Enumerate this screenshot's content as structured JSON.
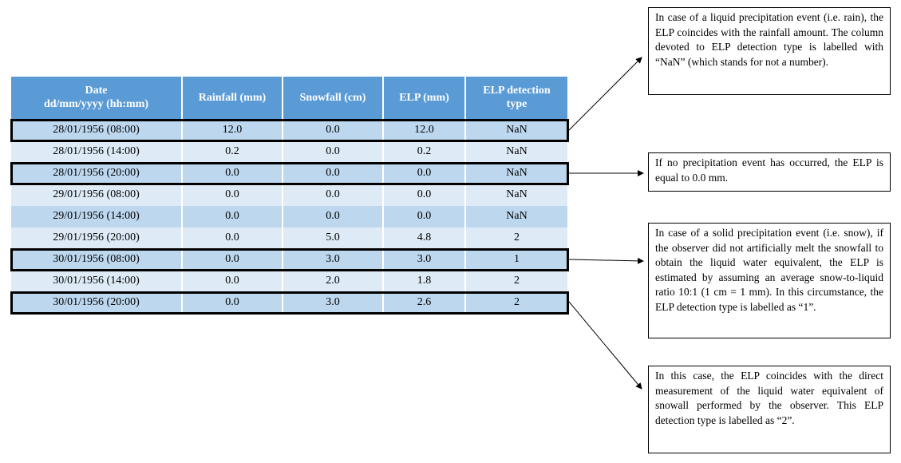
{
  "table": {
    "headers": [
      [
        "Date",
        "dd/mm/yyyy  (hh:mm)"
      ],
      [
        "Rainfall (mm)"
      ],
      [
        "Snowfall (cm)"
      ],
      [
        "ELP (mm)"
      ],
      [
        "ELP detection",
        "type"
      ]
    ],
    "rows": [
      [
        "28/01/1956  (08:00)",
        "12.0",
        "0.0",
        "12.0",
        "NaN"
      ],
      [
        "28/01/1956  (14:00)",
        "0.2",
        "0.0",
        "0.2",
        "NaN"
      ],
      [
        "28/01/1956  (20:00)",
        "0.0",
        "0.0",
        "0.0",
        "NaN"
      ],
      [
        "29/01/1956  (08:00)",
        "0.0",
        "0.0",
        "0.0",
        "NaN"
      ],
      [
        "29/01/1956  (14:00)",
        "0.0",
        "0.0",
        "0.0",
        "NaN"
      ],
      [
        "29/01/1956  (20:00)",
        "0.0",
        "5.0",
        "4.8",
        "2"
      ],
      [
        "30/01/1956  (08:00)",
        "0.0",
        "3.0",
        "3.0",
        "1"
      ],
      [
        "30/01/1956  (14:00)",
        "0.0",
        "2.0",
        "1.8",
        "2"
      ],
      [
        "30/01/1956  (20:00)",
        "0.0",
        "3.0",
        "2.6",
        "2"
      ]
    ],
    "highlighted_rows": [
      0,
      2,
      6,
      8
    ]
  },
  "notes": [
    "In case of a liquid precipitation event (i.e. rain), the ELP coincides with the rainfall amount. The column devoted to ELP detection type is labelled with “NaN” (which stands for not a number).",
    "If no precipitation event has occurred, the ELP is equal to 0.0 mm.",
    "In case of a solid precipitation event (i.e. snow), if the observer did not artificially melt the snowfall to obtain the liquid water equivalent, the ELP is estimated by assuming an average snow-to-liquid ratio 10:1 (1 cm = 1 mm). In this circumstance, the ELP detection type is labelled as “1”.",
    "In this case, the ELP coincides with the direct measurement of the liquid water equivalent of snowall performed by the observer. This ELP detection type is labelled as “2”."
  ],
  "colors": {
    "header": "#5b9bd5",
    "row_dark": "#bdd7ee",
    "row_light": "#deebf7"
  }
}
